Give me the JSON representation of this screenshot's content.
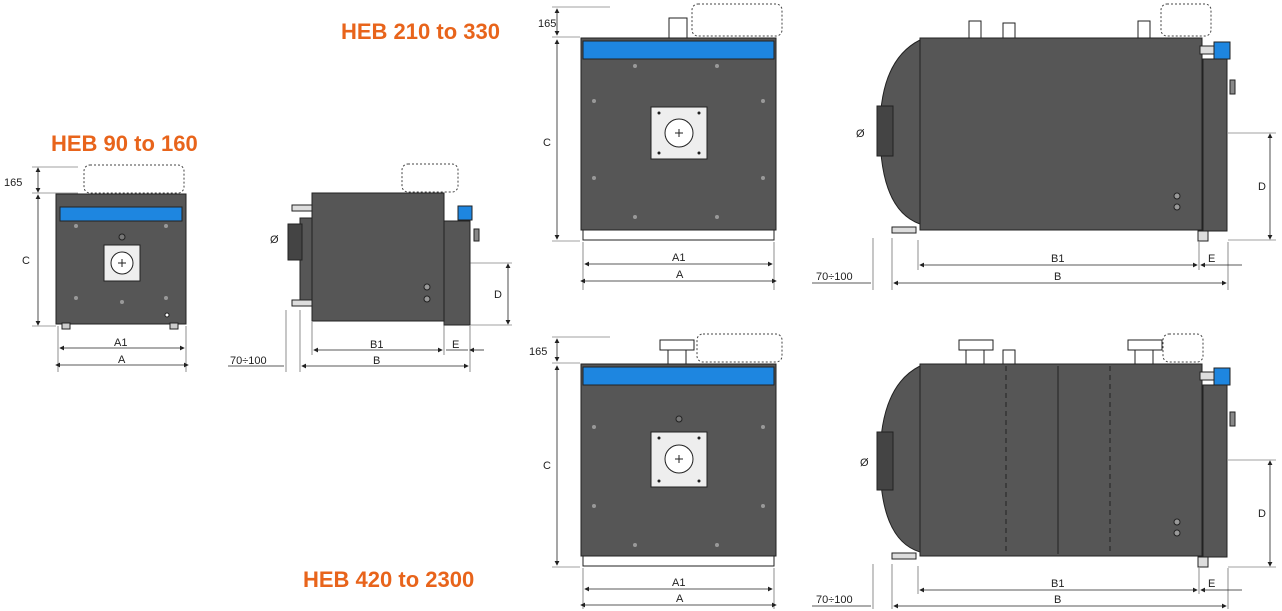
{
  "titles": {
    "small": "HEB 90 to 160",
    "medium": "HEB 210 to 330",
    "large": "HEB 420 to 2300"
  },
  "labels": {
    "a": "A",
    "a1": "A1",
    "b": "B",
    "b1": "B1",
    "c": "C",
    "d": "D",
    "e": "E",
    "height": "165",
    "clearance": "70÷100",
    "diameter": "Ø"
  },
  "colors": {
    "title": "#e8641b",
    "body": "#565656",
    "panel": "#1e86e0",
    "outline": "#222222"
  }
}
